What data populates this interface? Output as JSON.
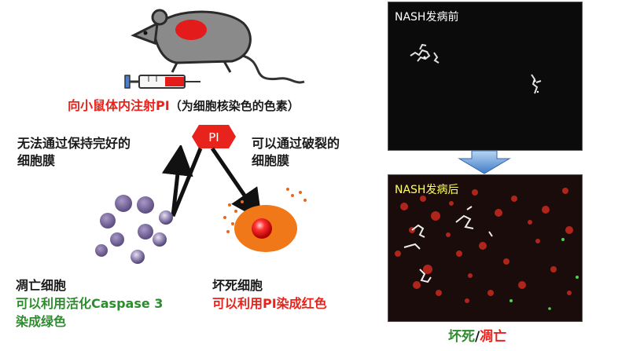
{
  "injection_caption": {
    "main": "向小鼠体内注射PI",
    "note": "（为细胞核染色的色素）"
  },
  "pi_badge": "PI",
  "left_arrow_label": [
    "无法通过保持完好的",
    "细胞膜"
  ],
  "right_arrow_label": [
    "可以通过破裂的",
    "细胞膜"
  ],
  "apoptotic": {
    "title": "凋亡细胞",
    "desc_line1": "可以利用活化Caspase 3",
    "desc_line2": "染成绿色"
  },
  "necrotic": {
    "title": "坏死细胞",
    "desc": "可以利用PI染成红色"
  },
  "micro_before_label": "NASH发病前",
  "micro_after_label": "NASH发病后",
  "bottom_caption": {
    "part1": "坏死",
    "sep": "/",
    "part2": "凋亡"
  },
  "colors": {
    "red": "#e8231c",
    "green": "#2e8b2e",
    "orange": "#f07818",
    "purple": "#6a5a8c"
  }
}
